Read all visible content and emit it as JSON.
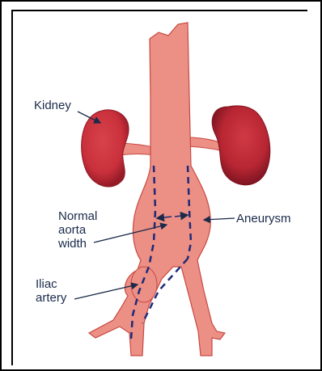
{
  "labels": {
    "kidney": "Kidney",
    "normal_aorta_line1": "Normal",
    "normal_aorta_line2": "aorta",
    "normal_aorta_line3": "width",
    "aneurysm": "Aneurysm",
    "iliac_line1": "Iliac",
    "iliac_line2": "artery"
  },
  "colors": {
    "vessel_fill": "#ec8f84",
    "vessel_stroke": "#c74a44",
    "kidney_fill": "#c9303b",
    "kidney_dark": "#9a1d2a",
    "dash": "#1e2a78",
    "text": "#1a2a4a",
    "arrow": "#1a2a4a"
  }
}
